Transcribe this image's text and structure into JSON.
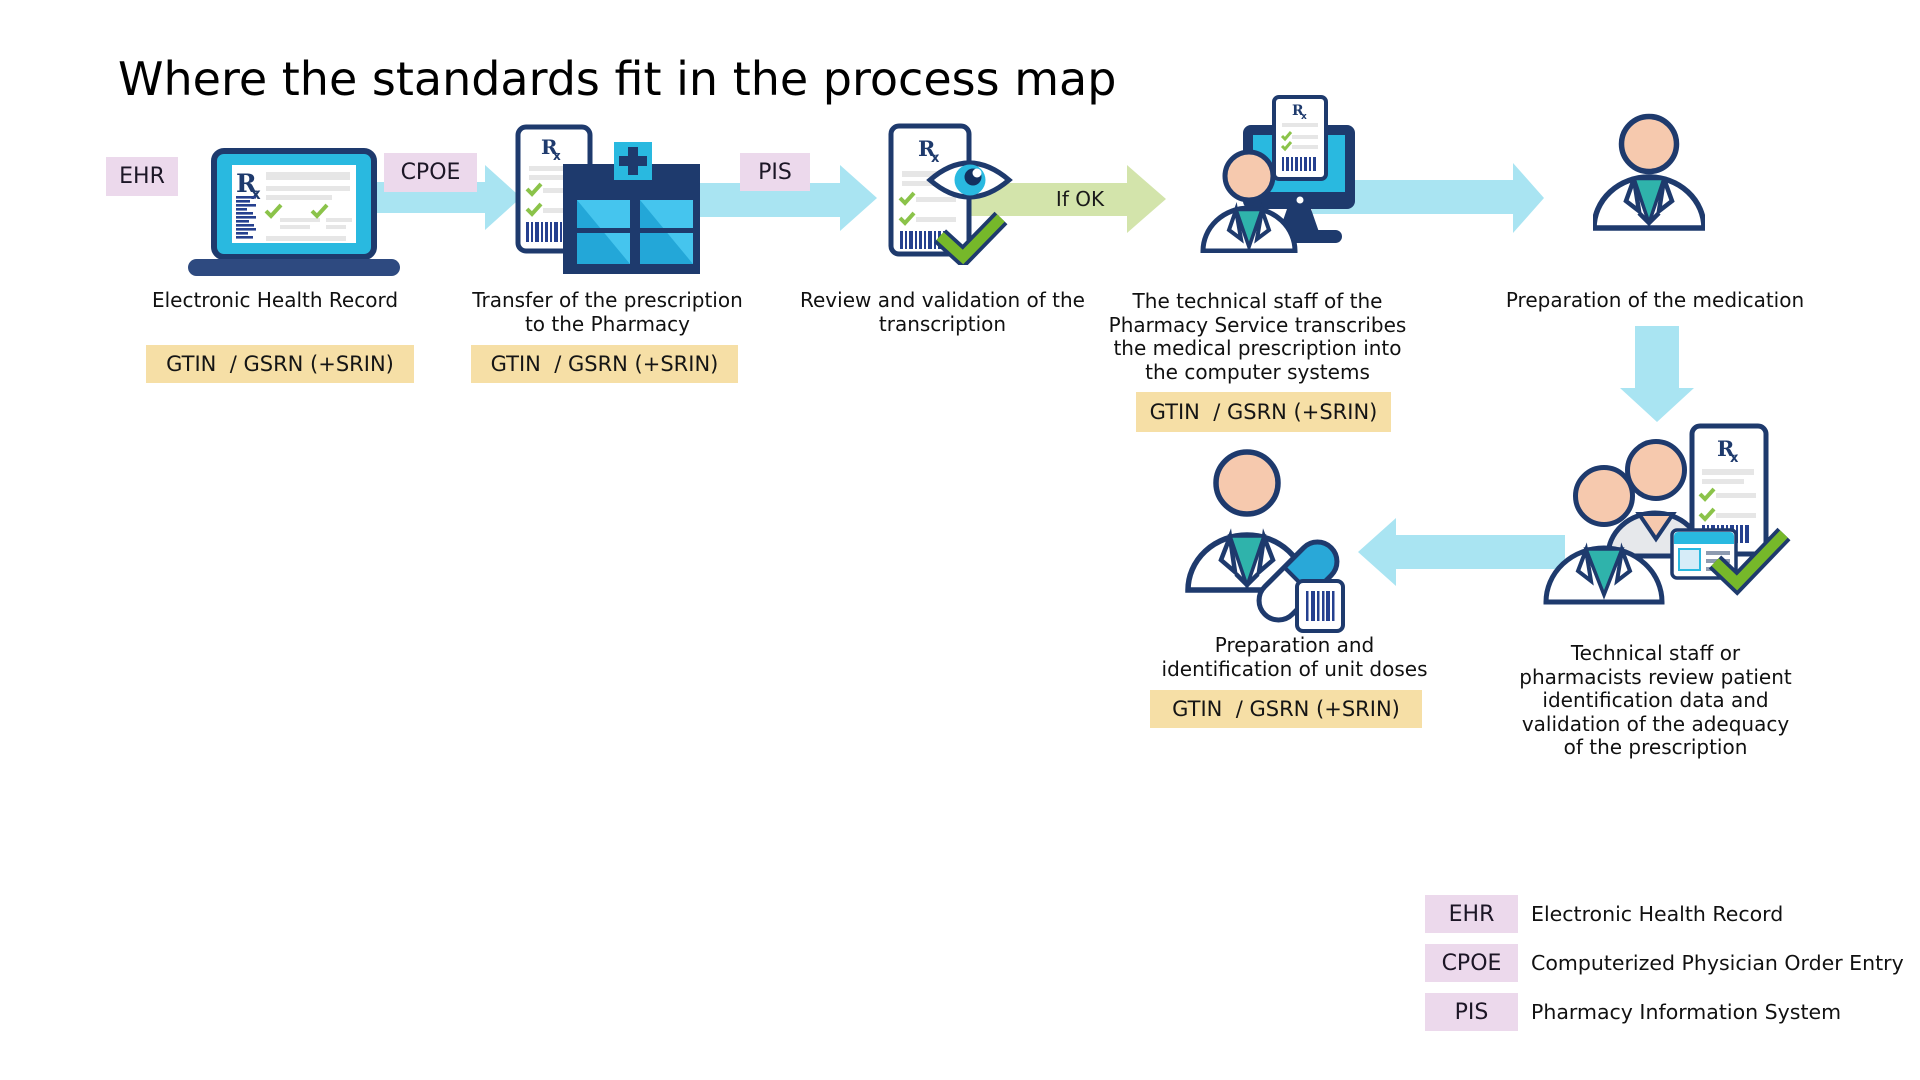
{
  "slide": {
    "title": "Where the standards fit in the process map"
  },
  "badges": {
    "ehr": "EHR",
    "cpoe": "CPOE",
    "pis": "PIS",
    "gtin": "GTIN  / GSRN (+SRIN)"
  },
  "steps": [
    {
      "caption": [
        "Electronic Health Record"
      ],
      "standard": "GTIN  / GSRN (+SRIN)"
    },
    {
      "caption": [
        "Transfer of the prescription",
        "to the Pharmacy"
      ],
      "standard": "GTIN  / GSRN (+SRIN)"
    },
    {
      "caption": [
        "Review and validation of the",
        "transcription"
      ]
    },
    {
      "caption": [
        "The technical staff of the",
        "Pharmacy Service transcribes",
        "the medical prescription into",
        "the computer systems"
      ],
      "standard": "GTIN  / GSRN (+SRIN)"
    },
    {
      "caption": [
        "Preparation of the medication"
      ]
    },
    {
      "caption": [
        "Technical staff or",
        "pharmacists review patient",
        "identification data and",
        "validation of the adequacy",
        "of the prescription"
      ]
    },
    {
      "caption": [
        "Preparation and",
        "identification of unit doses"
      ],
      "standard": "GTIN  / GSRN (+SRIN)"
    }
  ],
  "arrows": {
    "if_ok": "If OK"
  },
  "legend": [
    {
      "abbr": "EHR",
      "label": "Electronic Health Record"
    },
    {
      "abbr": "CPOE",
      "label": "Computerized Physician Order Entry"
    },
    {
      "abbr": "PIS",
      "label": "Pharmacy Information System"
    }
  ],
  "icons": [
    "laptop-ehr-icon",
    "pharmacy-building-icon",
    "prescription-eye-review-icon",
    "technician-computer-icon",
    "pharmacist-icon",
    "team-review-id-card-icon",
    "pharmacist-unit-dose-pill-icon"
  ],
  "colors": {
    "navy": "#1e3a6d",
    "cyan": "#29b9e0",
    "arrow_cyan": "#a9e4f2",
    "arrow_green": "#d3e4ab",
    "check_green": "#76b82a",
    "skin": "#f6c9ae",
    "teal": "#2fb3ab",
    "badge_pink": "#ecd9ec",
    "badge_tan": "#f6dfa6",
    "barcode_blue": "#25408f"
  }
}
